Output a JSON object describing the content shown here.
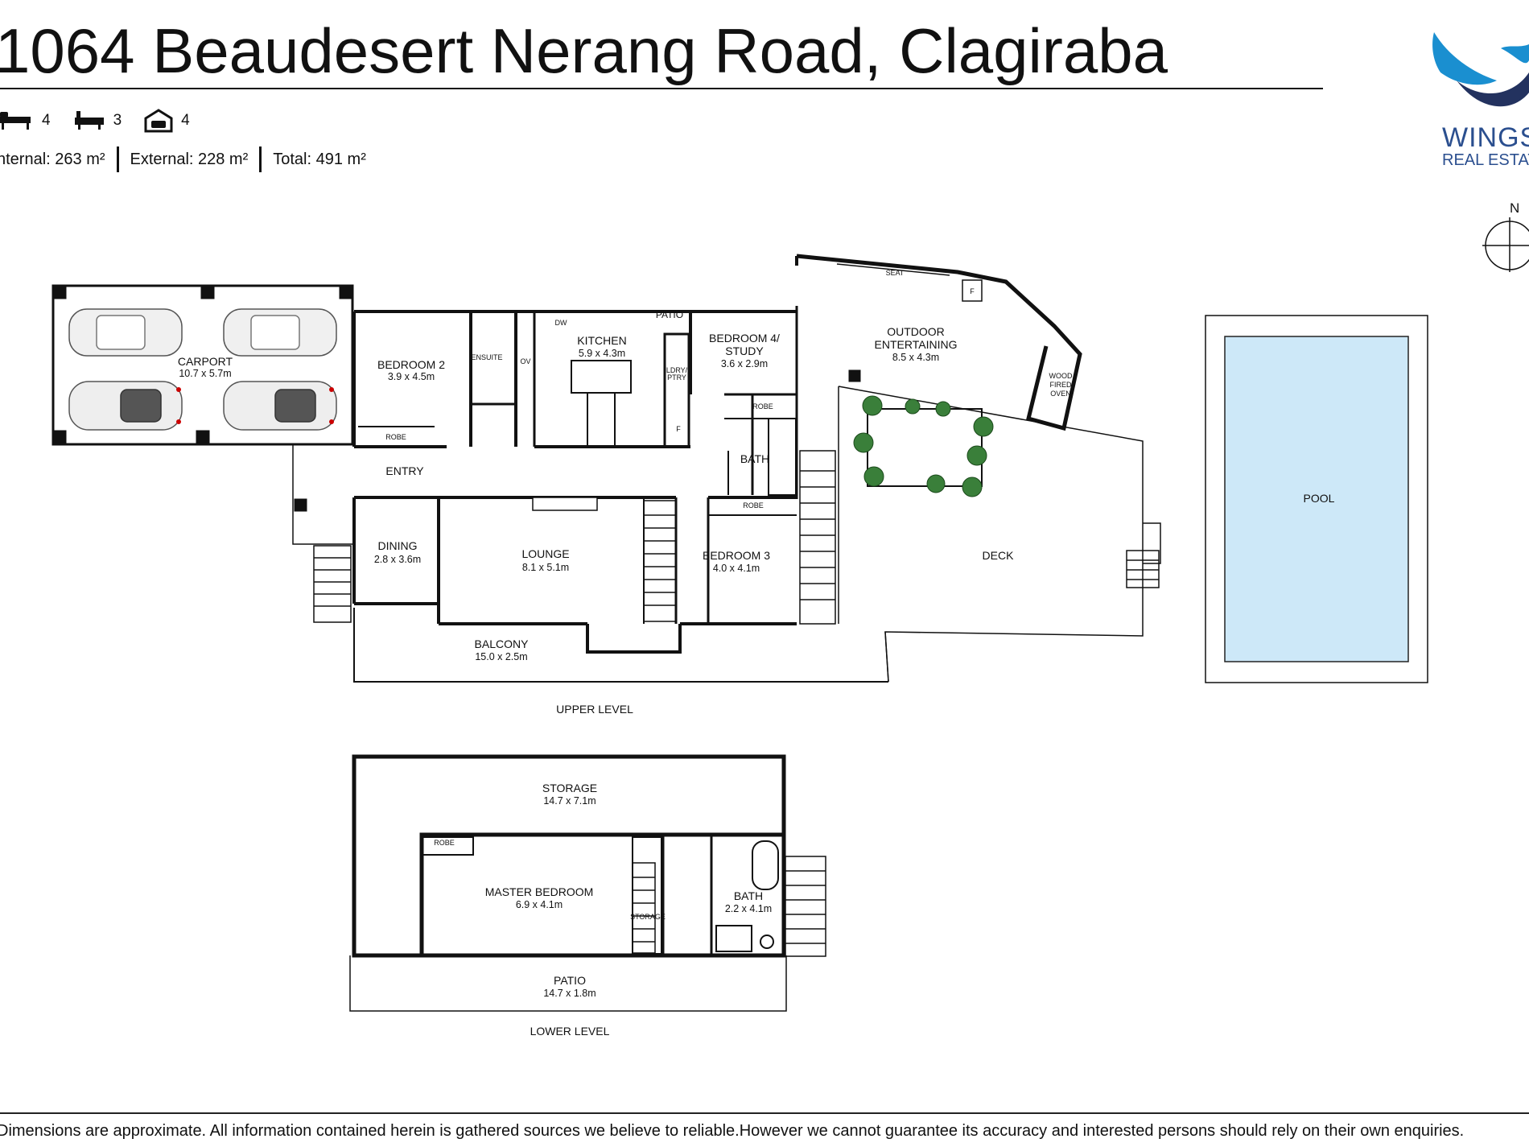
{
  "title": "1064 Beaudesert Nerang Road, Clagiraba",
  "stats": {
    "bedrooms": "4",
    "bathrooms": "3",
    "cars": "4"
  },
  "areas": {
    "internal": "nternal:  263 m²",
    "external": "External:  228 m²",
    "total": "Total:  491 m²"
  },
  "logo": {
    "name": "WINGS",
    "sub": "REAL ESTATE"
  },
  "compass": {
    "north": "N"
  },
  "upper_level": {
    "label": "UPPER LEVEL",
    "rooms": {
      "carport": {
        "name": "CARPORT",
        "dim": "10.7 x 5.7m"
      },
      "bedroom2": {
        "name": "BEDROOM 2",
        "dim": "3.9 x 4.5m"
      },
      "kitchen": {
        "name": "KITCHEN",
        "dim": "5.9 x 4.3m"
      },
      "bedroom4": {
        "name": "BEDROOM 4/",
        "name2": "STUDY",
        "dim": "3.6 x 2.9m"
      },
      "outdoor": {
        "name": "OUTDOOR",
        "name2": "ENTERTAINING",
        "dim": "8.5 x 4.3m"
      },
      "entry": {
        "name": "ENTRY"
      },
      "dining": {
        "name": "DINING",
        "dim": "2.8 x 3.6m"
      },
      "lounge": {
        "name": "LOUNGE",
        "dim": "8.1 x 5.1m"
      },
      "bedroom3": {
        "name": "BEDROOM 3",
        "dim": "4.0 x 4.1m"
      },
      "deck": {
        "name": "DECK"
      },
      "balcony": {
        "name": "BALCONY",
        "dim": "15.0 x 2.5m"
      },
      "pool": {
        "name": "POOL"
      },
      "bath": {
        "name": "BATH"
      }
    },
    "small": {
      "patio": "PATIO",
      "robe": "ROBE",
      "ensuite": "ENSUITE",
      "ov": "OV",
      "dw": "DW",
      "ldry": "LDRY/",
      "ptry": "PTRY",
      "f": "F",
      "seat": "SEAT",
      "wood": "WOOD",
      "fired": "FIRED",
      "oven": "OVEN"
    }
  },
  "lower_level": {
    "label": "LOWER LEVEL",
    "rooms": {
      "storage": {
        "name": "STORAGE",
        "dim": "14.7 x 7.1m"
      },
      "master": {
        "name": "MASTER BEDROOM",
        "dim": "6.9 x 4.1m"
      },
      "bath": {
        "name": "BATH",
        "dim": "2.2 x 4.1m"
      },
      "patio": {
        "name": "PATIO",
        "dim": "14.7 x 1.8m"
      }
    },
    "small": {
      "robe": "ROBE",
      "storage": "STORAGE"
    }
  },
  "disclaimer": "Dimensions are approximate. All information contained herein is gathered sources we believe to reliable.However we cannot guarantee its accuracy and interested persons should rely on their own enquiries."
}
